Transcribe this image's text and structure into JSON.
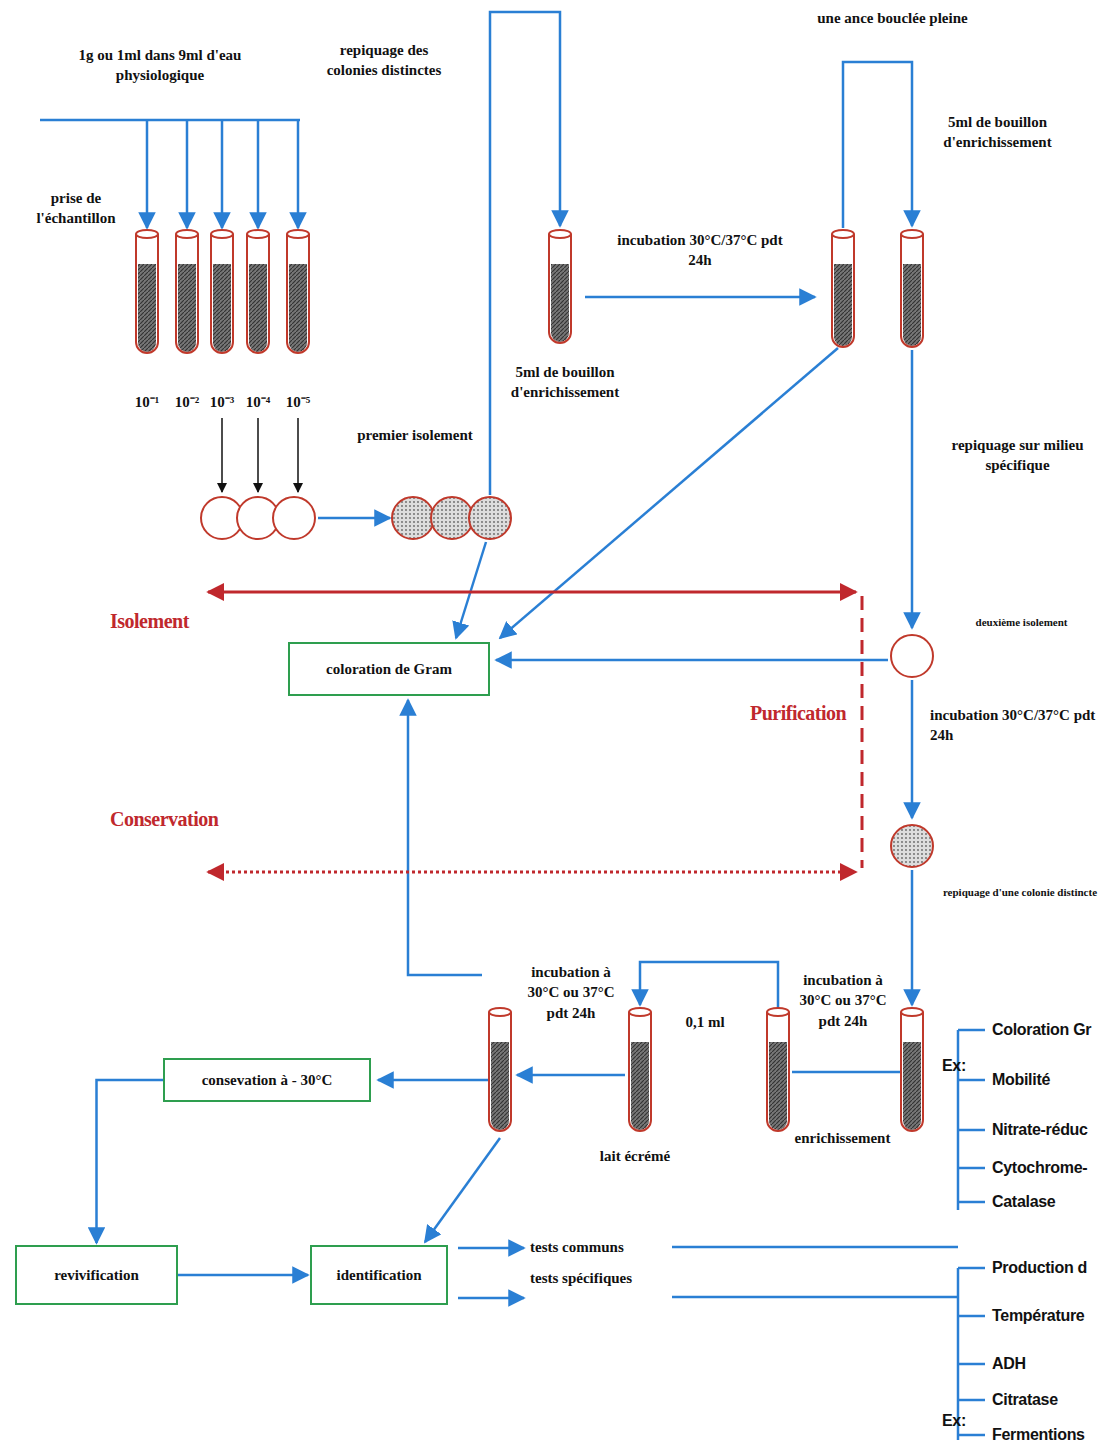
{
  "diagram": {
    "nodes": [
      {
        "text": [
          "coloration de Gram"
        ]
      },
      {
        "text": [
          "consevation à - 30°C"
        ]
      },
      {
        "text": [
          "revivification"
        ]
      },
      {
        "text": [
          "identification"
        ]
      }
    ],
    "edges": [
      {
        "from": 1,
        "to": 2,
        "arrow": "to"
      },
      {
        "from": 2,
        "to": 3,
        "arrow": "to"
      }
    ],
    "labels": [
      "1g ou 1ml dans 9ml d'eau physiologique",
      "prise de l'échantillon",
      "10⁻¹",
      "10⁻²",
      "10⁻³",
      "10⁻⁴",
      "10⁻⁵",
      "repiquage des colonies distinctes",
      "premier isolement",
      "5ml de bouillon d'enrichissement",
      "incubation 30°C/37°C pdt 24h",
      "une ance bouclée pleine",
      "5ml de bouillon d'enrichissement",
      "repiquage sur milieu spécifique",
      "Isolement",
      "deuxième isolement",
      "Purification",
      "incubation 30°C/37°C pdt 24h",
      "Conservation",
      "repiquage d'une colonie distincte",
      "incubation à 30°C ou 37°C pdt 24h",
      "incubation à 30°C ou 37°C pdt 24h",
      "0,1 ml",
      "enrichissement",
      "lait écrémé",
      "tests communs",
      "tests spécifiques",
      "Ex:",
      "Coloration Gr",
      "Mobilité",
      "Nitrate-réduc",
      "Cytochrome-",
      "Catalase",
      "Production d",
      "Température",
      "ADH",
      "Citratase",
      "Ex:",
      "Fermentions"
    ]
  }
}
